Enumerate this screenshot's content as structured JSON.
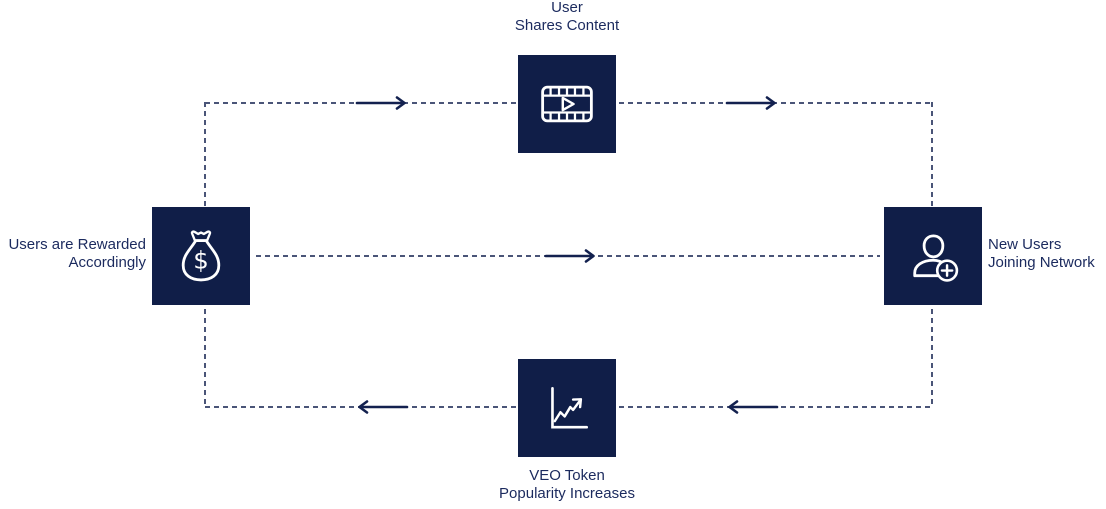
{
  "diagram": {
    "type": "cycle-flow",
    "direction": "clockwise",
    "colors": {
      "node_bg": "#101e48",
      "icon_stroke": "#ffffff",
      "arrow": "#13214f",
      "dashed_line": "#4a5578",
      "label_text": "#1b2a5e",
      "background": "#ffffff"
    },
    "nodes": [
      {
        "id": "user-shares-content",
        "position": "top",
        "icon": "film-play-icon",
        "label": "User\nShares Content"
      },
      {
        "id": "new-users-joining-network",
        "position": "right",
        "icon": "user-add-icon",
        "label": "New Users\nJoining Network"
      },
      {
        "id": "veo-token-popularity-increases",
        "position": "bottom",
        "icon": "chart-rising-icon",
        "label": "VEO Token\nPopularity Increases"
      },
      {
        "id": "users-rewarded-accordingly",
        "position": "left",
        "icon": "money-bag-icon",
        "label": "Users are Rewarded\nAccordingly"
      }
    ],
    "edges": [
      {
        "from": "users-rewarded-accordingly",
        "to": "user-shares-content",
        "style": "dashed-with-solid-arrow"
      },
      {
        "from": "user-shares-content",
        "to": "new-users-joining-network",
        "style": "dashed-with-solid-arrow"
      },
      {
        "from": "users-rewarded-accordingly",
        "to": "new-users-joining-network",
        "style": "dashed-with-solid-arrow"
      },
      {
        "from": "new-users-joining-network",
        "to": "veo-token-popularity-increases",
        "style": "dashed-with-solid-arrow"
      },
      {
        "from": "veo-token-popularity-increases",
        "to": "users-rewarded-accordingly",
        "style": "dashed-with-solid-arrow"
      }
    ],
    "money_bag_symbol": "$"
  }
}
